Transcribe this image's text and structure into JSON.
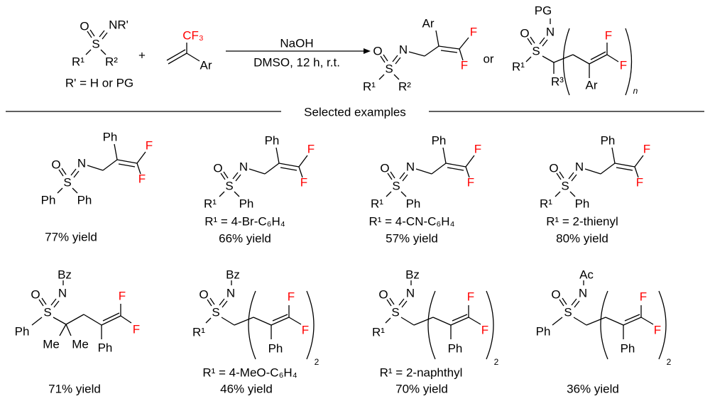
{
  "colors": {
    "fluorine": "#ff0000",
    "text": "#000000"
  },
  "reactant1": {
    "O": "O",
    "NR": "NR'",
    "S": "S",
    "R1": "R¹",
    "R2": "R²",
    "note": "R' = H or PG"
  },
  "plus": "+",
  "reactant2": {
    "CF3": "CF₃",
    "Ar": "Ar"
  },
  "conditions": {
    "reagent": "NaOH",
    "solvent": "DMSO, 12 h, r.t."
  },
  "productA": {
    "O": "O",
    "N": "N",
    "S": "S",
    "R1": "R¹",
    "R2": "R²",
    "Ar": "Ar",
    "F1": "F",
    "F2": "F"
  },
  "or": "or",
  "productB": {
    "PG": "PG",
    "O": "O",
    "N": "N",
    "S": "S",
    "R1": "R¹",
    "R3": "R³",
    "Ar": "Ar",
    "F1": "F",
    "F2": "F",
    "n": "n"
  },
  "section_label": "Selected examples",
  "examples": [
    {
      "O": "O",
      "N": "N",
      "S": "S",
      "R1": "Ph",
      "R2": "Ph",
      "Ar": "Ph",
      "F": "F",
      "yield": "77% yield"
    },
    {
      "O": "O",
      "N": "N",
      "S": "S",
      "R1": "R¹",
      "R2": "Ph",
      "Ar": "Ph",
      "F": "F",
      "label": "R¹ = 4-Br-C₆H₄",
      "yield": "66% yield"
    },
    {
      "O": "O",
      "N": "N",
      "S": "S",
      "R1": "R¹",
      "R2": "Ph",
      "Ar": "Ph",
      "F": "F",
      "label": "R¹ = 4-CN-C₆H₄",
      "yield": "57% yield"
    },
    {
      "O": "O",
      "N": "N",
      "S": "S",
      "R1": "R¹",
      "R2": "Ph",
      "Ar": "Ph",
      "F": "F",
      "label": "R¹ = 2-thienyl",
      "yield": "80% yield"
    },
    {
      "PG": "Bz",
      "O": "O",
      "N": "N",
      "S": "S",
      "R1": "Ph",
      "Me1": "Me",
      "Me2": "Me",
      "Ar": "Ph",
      "F": "F",
      "yield": "71% yield"
    },
    {
      "PG": "Bz",
      "O": "O",
      "N": "N",
      "S": "S",
      "R1": "R¹",
      "Ar": "Ph",
      "F": "F",
      "n": "2",
      "label": "R¹ = 4-MeO-C₆H₄",
      "yield": "46% yield"
    },
    {
      "PG": "Bz",
      "O": "O",
      "N": "N",
      "S": "S",
      "R1": "R¹",
      "Ar": "Ph",
      "F": "F",
      "n": "2",
      "label": "R¹ = 2-naphthyl",
      "yield": "70% yield"
    },
    {
      "PG": "Ac",
      "O": "O",
      "N": "N",
      "S": "S",
      "R1": "Ph",
      "Ar": "Ph",
      "F": "F",
      "n": "2",
      "yield": "36% yield"
    }
  ]
}
